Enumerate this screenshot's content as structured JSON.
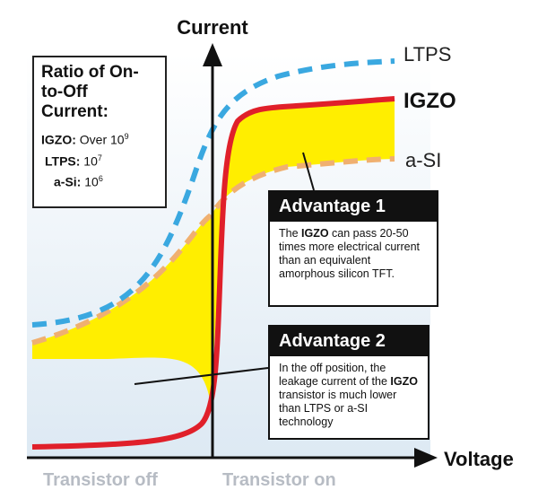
{
  "axes": {
    "y_label": "Current",
    "x_label": "Voltage"
  },
  "curves": {
    "ltps": "LTPS",
    "igzo": "IGZO",
    "asi": "a-SI"
  },
  "ratio_box": {
    "title": "Ratio of On-to-Off Current:",
    "rows": [
      {
        "key": "IGZO:",
        "text": "Over 10",
        "exp": "9"
      },
      {
        "key": "LTPS:",
        "text": "10",
        "exp": "7"
      },
      {
        "key": "a-Si:",
        "text": "10",
        "exp": "6"
      }
    ]
  },
  "advantage_1": {
    "title": "Advantage 1",
    "pre": "The ",
    "highlight": "IGZO",
    "post": " can pass 20-50 times more electrical current than an equivalent amorphous silicon TFT."
  },
  "advantage_2": {
    "title": "Advantage 2",
    "pre": "In the off position, the leakage current of the ",
    "highlight": "IGZO",
    "post": " transistor is much lower than LTPS or a-SI technology"
  },
  "regions": {
    "off": "Transistor off",
    "on": "Transistor on"
  },
  "colors": {
    "ltps": "#3aa8e0",
    "igzo": "#e0202a",
    "asi": "#f0b070",
    "fill": "#ffee00",
    "shade": "#dce8f2",
    "ink": "#111111"
  }
}
